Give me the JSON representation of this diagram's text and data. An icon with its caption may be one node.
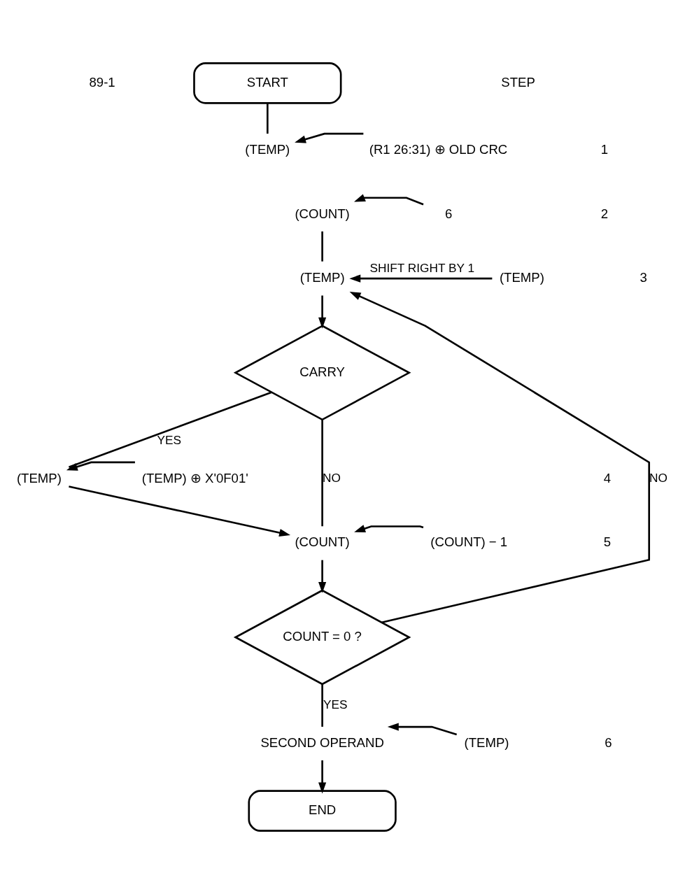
{
  "diagram": {
    "nodes": [
      {
        "text": [
          "START"
        ]
      },
      {
        "text": [
          "(TEMP)"
        ]
      },
      {
        "text": [
          "(R1 26:31) ⊕ OLD CRC"
        ]
      },
      {
        "text": [
          "(COUNT)"
        ]
      },
      {
        "text": [
          "6"
        ]
      },
      {
        "text": [
          "(TEMP)"
        ]
      },
      {
        "text": [
          "(TEMP)"
        ]
      },
      {
        "text": [
          "CARRY"
        ]
      },
      {
        "text": [
          "(TEMP)"
        ]
      },
      {
        "text": [
          "(TEMP) ⊕ X'0F01'"
        ]
      },
      {
        "text": [
          "(COUNT)"
        ]
      },
      {
        "text": [
          "(COUNT) − 1"
        ]
      },
      {
        "text": [
          "COUNT = 0 ?"
        ]
      },
      {
        "text": [
          "SECOND OPERAND"
        ]
      },
      {
        "text": [
          "(TEMP)"
        ]
      },
      {
        "text": [
          "END"
        ]
      }
    ],
    "edges": [
      {
        "from": 0,
        "to": 1,
        "arrow": "none"
      },
      {
        "from": 2,
        "to": 1,
        "arrow": "to"
      },
      {
        "from": 4,
        "to": 3,
        "arrow": "to"
      },
      {
        "from": 3,
        "to": 5,
        "arrow": "none"
      },
      {
        "from": 6,
        "to": 5,
        "arrow": "to",
        "label": "SHIFT RIGHT BY 1"
      },
      {
        "from": 5,
        "to": 7,
        "arrow": "to"
      },
      {
        "from": 7,
        "to": 8,
        "arrow": "none",
        "label": "YES"
      },
      {
        "from": 9,
        "to": 8,
        "arrow": "to"
      },
      {
        "from": 8,
        "to": 10,
        "arrow": "to"
      },
      {
        "from": 7,
        "to": 10,
        "arrow": "none",
        "label": "NO"
      },
      {
        "from": 11,
        "to": 10,
        "arrow": "to"
      },
      {
        "from": 10,
        "to": 12,
        "arrow": "to"
      },
      {
        "from": 12,
        "to": 5,
        "arrow": "to",
        "label": "NO"
      },
      {
        "from": 12,
        "to": 13,
        "arrow": "none",
        "label": "YES"
      },
      {
        "from": 14,
        "to": 13,
        "arrow": "to"
      },
      {
        "from": 13,
        "to": 15,
        "arrow": "to"
      }
    ],
    "labels": [
      "89-1",
      "STEP",
      "1",
      "2",
      "3",
      "4",
      "5",
      "6"
    ]
  }
}
